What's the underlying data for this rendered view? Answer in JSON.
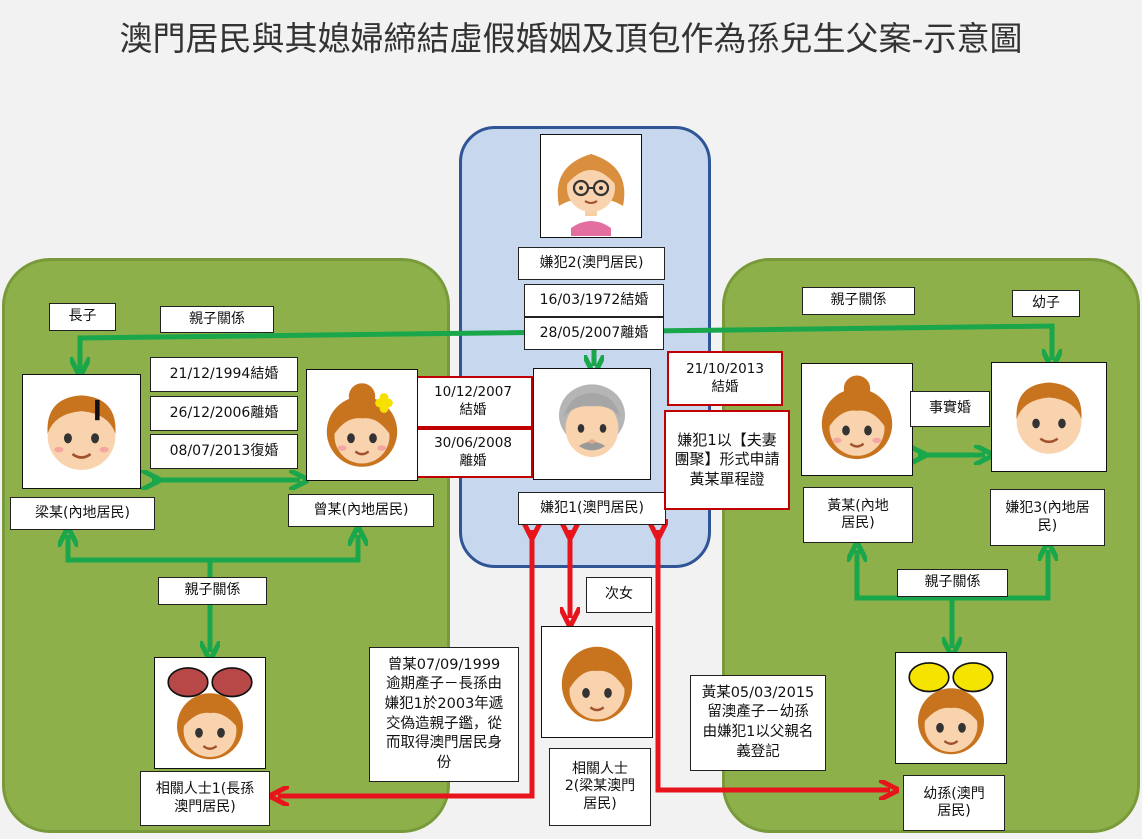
{
  "title": "澳門居民與其媳婦締結虛假婚姻及頂包作為孫兒生父案-示意圖",
  "people": {
    "suspect2": "嫌犯2(澳門居民)",
    "suspect1": "嫌犯1(澳門居民)",
    "liang": "梁某(內地居民)",
    "zeng": "曾某(內地居民)",
    "related1": "相關人士1(長孫澳門居民)",
    "related2": "相關人士2(梁某澳門居民)",
    "huang": "黃某(內地居民)",
    "suspect3": "嫌犯3(內地居民)",
    "youngest_grandson": "幼孫(澳門居民)",
    "second_daughter": "次女",
    "eldest_son": "長子",
    "youngest_son": "幼子"
  },
  "relations": {
    "parent_child": "親子關係",
    "de_facto": "事實婚"
  },
  "dates": {
    "s2_marry": "16/03/1972結婚",
    "s2_divorce": "28/05/2007離婚",
    "liang_marry": "21/12/1994結婚",
    "liang_divorce": "26/12/2006離婚",
    "liang_remarry": "08/07/2013復婚",
    "zeng_s1_marry_date": "10/12/2007",
    "zeng_s1_marry": "結婚",
    "zeng_s1_divorce_date": "30/06/2008",
    "zeng_s1_divorce": "離婚",
    "huang_s1_marry_date": "21/10/2013",
    "huang_s1_marry": "結婚"
  },
  "notes": {
    "application": "嫌犯1以【夫妻團聚】形式申請黃某單程證",
    "zeng_birth": "曾某07/09/1999逾期產子－長孫由嫌犯1於2003年遞交偽造親子鑑，從而取得澳門居民身份",
    "huang_birth": "黃某05/03/2015留澳產子－幼孫由嫌犯1以父親名義登記"
  },
  "colors": {
    "green_panel": "#8db04a",
    "blue_panel": "#c6d7ee",
    "green_arrow": "#1aa64a",
    "red_arrow": "#e8141c"
  }
}
